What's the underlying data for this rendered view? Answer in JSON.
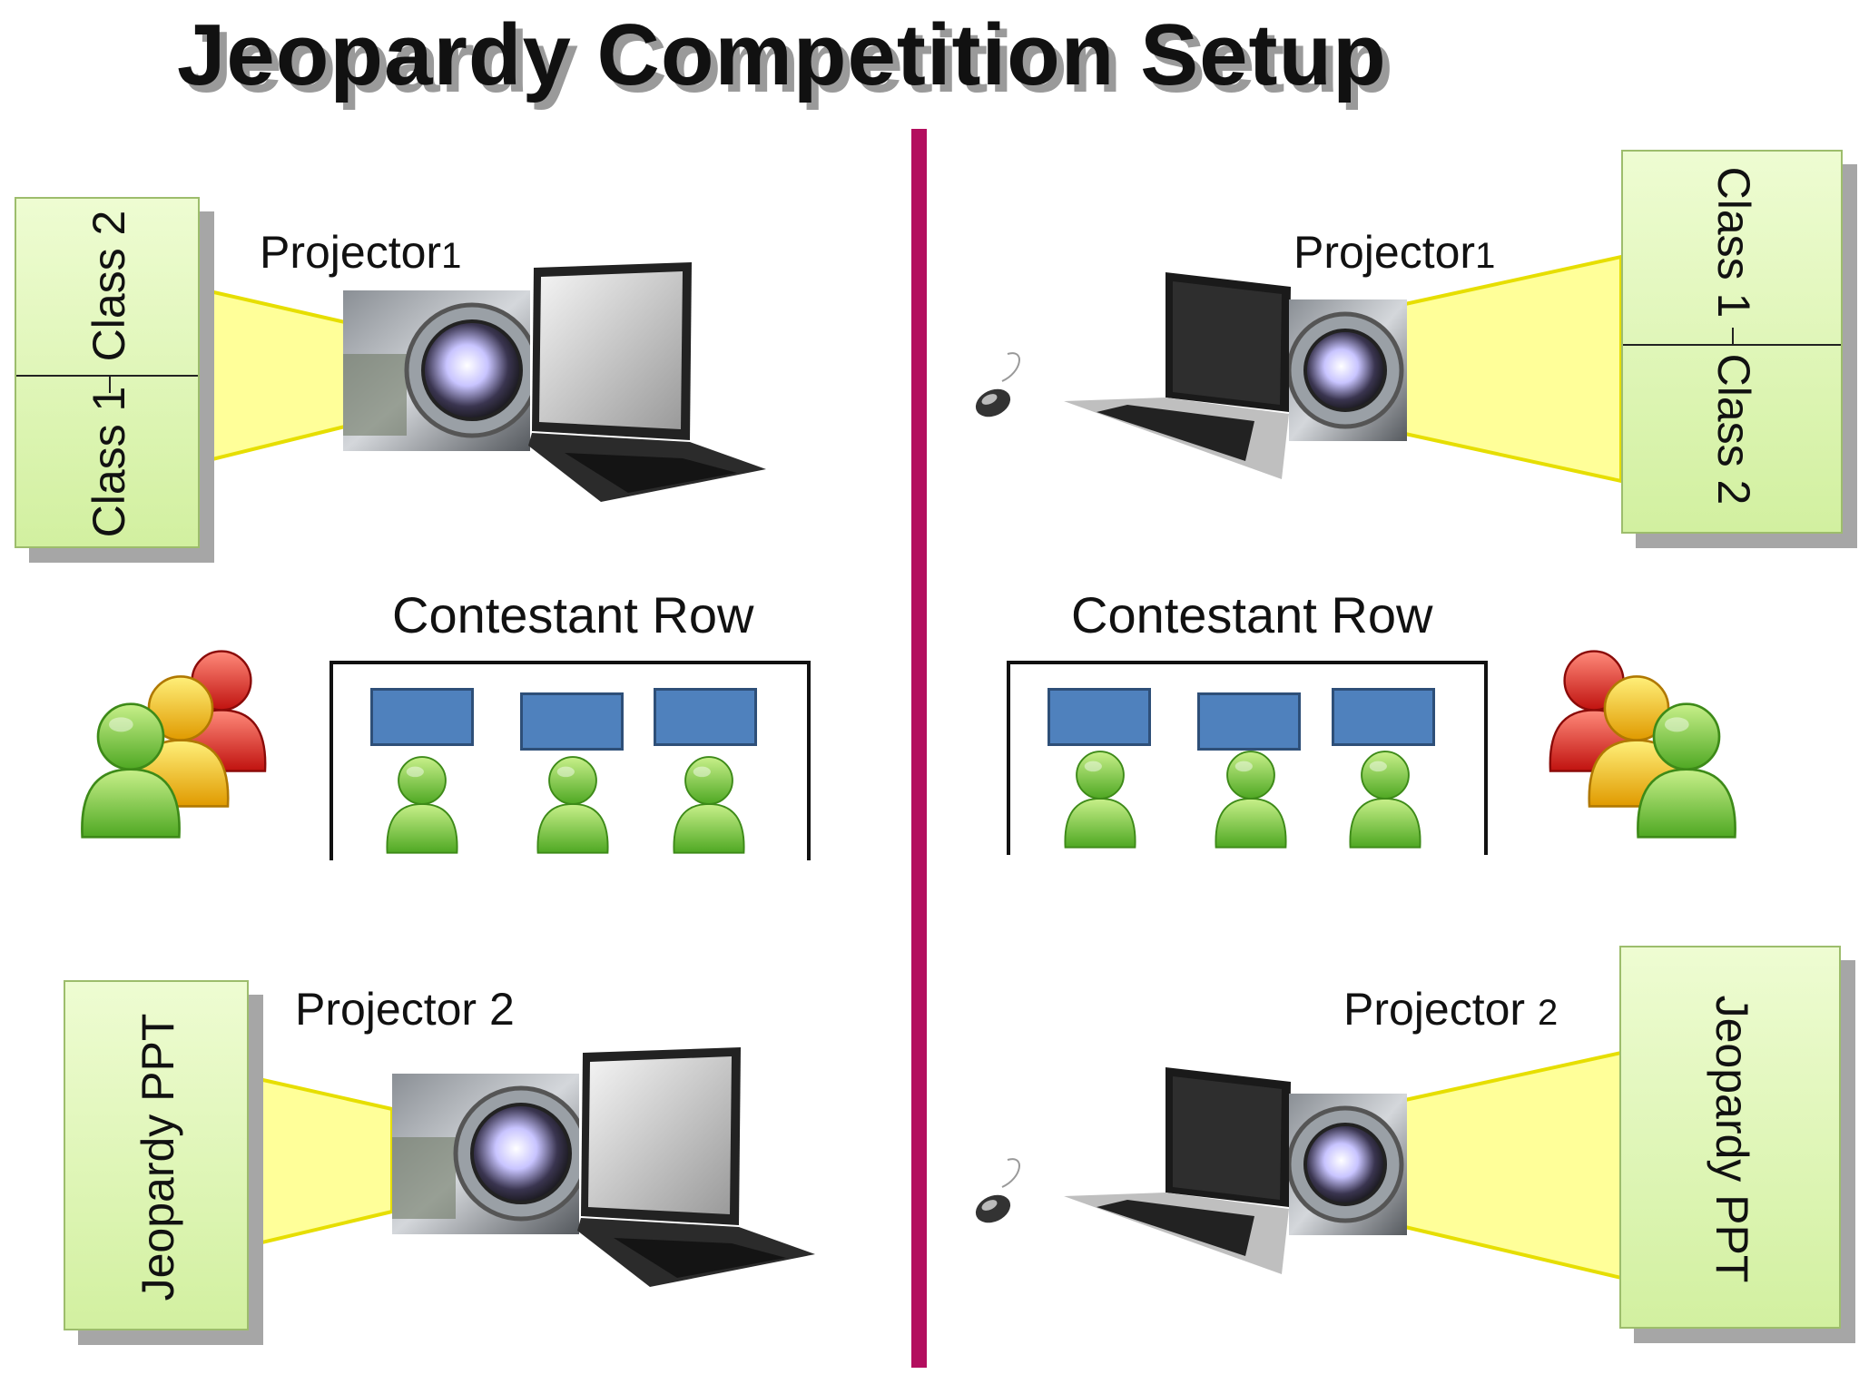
{
  "title": "Jeopardy Competition Setup",
  "colors": {
    "divider": "#b30e5e",
    "screen": "#dff5b8",
    "beam": "#ffff99",
    "desk": "#4f81bd",
    "contestant": "#7dc242"
  },
  "left": {
    "projector1_label": "Projector",
    "projector1_number": "1",
    "projector2_label": "Projector 2",
    "screen1": {
      "top_label": "Class 2",
      "bottom_label": "Class 1"
    },
    "screen2": {
      "label": "Jeopardy PPT"
    },
    "contestant_row_label": "Contestant Row"
  },
  "right": {
    "projector1_label": "Projector",
    "projector1_number": "1",
    "projector2_label": "Projector",
    "projector2_number": "2",
    "screen1": {
      "top_label": "Class 1",
      "bottom_label": "Class 2"
    },
    "screen2": {
      "label": "Jeopardy PPT"
    },
    "contestant_row_label": "Contestant Row"
  },
  "icons": {
    "projector": "projector-icon",
    "laptop": "laptop-icon",
    "mouse": "mouse-icon",
    "audience": "people-group-icon",
    "contestant": "person-icon",
    "desk": "desk-icon"
  }
}
